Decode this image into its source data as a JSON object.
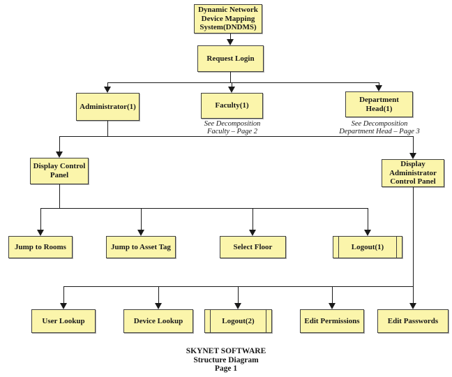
{
  "colors": {
    "box_fill": "#FBF5AB",
    "box_border": "#3f3f3f",
    "line": "#1a1a1a",
    "text": "#191919",
    "background": "#ffffff"
  },
  "diagram": {
    "title": "Dynamic Network Device Mapping System(DNDMS) structure chart",
    "nodes": {
      "dndms": {
        "label": "Dynamic Network\nDevice Mapping\nSystem(DNDMS)"
      },
      "request_login": {
        "label": "Request Login"
      },
      "administrator": {
        "label": "Administrator(1)"
      },
      "faculty": {
        "label": "Faculty(1)"
      },
      "department_head": {
        "label": "Department Head(1)"
      },
      "display_control_panel": {
        "label": "Display Control\nPanel"
      },
      "display_admin_panel": {
        "label": "Display\nAdministrator\nControl Panel"
      },
      "jump_to_rooms": {
        "label": "Jump to Rooms"
      },
      "jump_to_asset_tag": {
        "label": "Jump to Asset Tag"
      },
      "select_floor": {
        "label": "Select Floor"
      },
      "logout1": {
        "label": "Logout(1)"
      },
      "user_lookup": {
        "label": "User Lookup"
      },
      "device_lookup": {
        "label": "Device Lookup"
      },
      "logout2": {
        "label": "Logout(2)"
      },
      "edit_permissions": {
        "label": "Edit Permissions"
      },
      "edit_passwords": {
        "label": "Edit Passwords"
      }
    },
    "notes": {
      "faculty_note": {
        "label": "See Decomposition\nFaculty – Page 2"
      },
      "department_head_note": {
        "label": "See Decomposition\nDepartment Head – Page 3"
      }
    },
    "footer": {
      "label": "SKYNET SOFTWARE\nStructure Diagram\nPage 1"
    }
  }
}
